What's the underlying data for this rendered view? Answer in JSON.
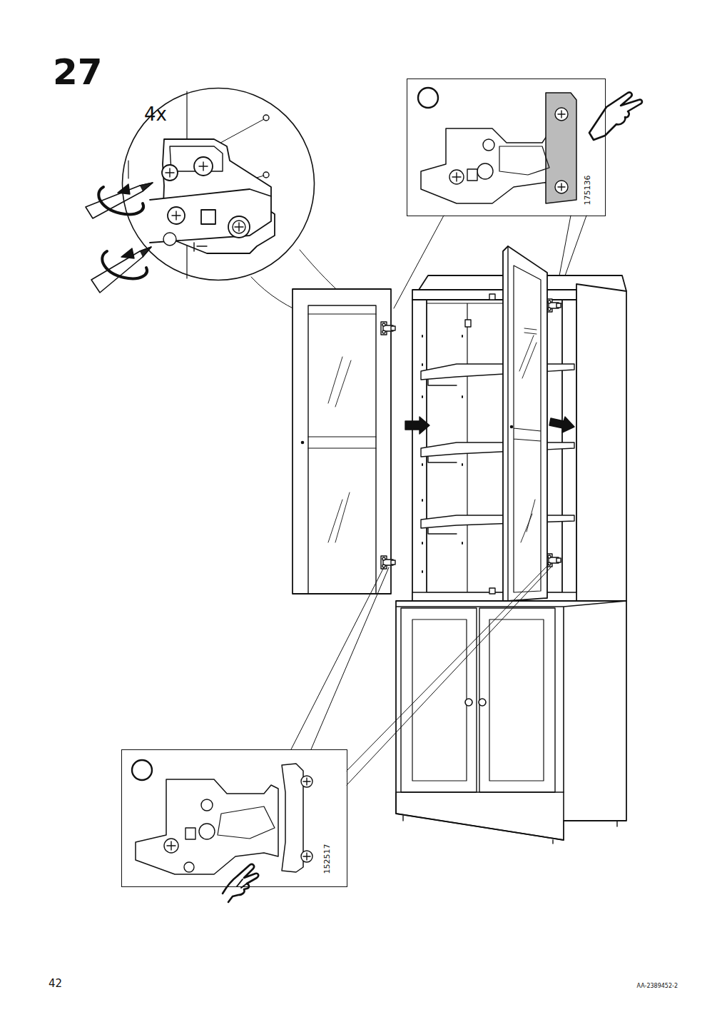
{
  "diagram": {
    "title": "27",
    "nodes": [
      {
        "text": [
          "4x"
        ]
      },
      {
        "text": [
          "175136"
        ]
      },
      {
        "text": [
          "152517"
        ]
      }
    ],
    "labels": [
      "42",
      "AA-2389452-2"
    ]
  }
}
